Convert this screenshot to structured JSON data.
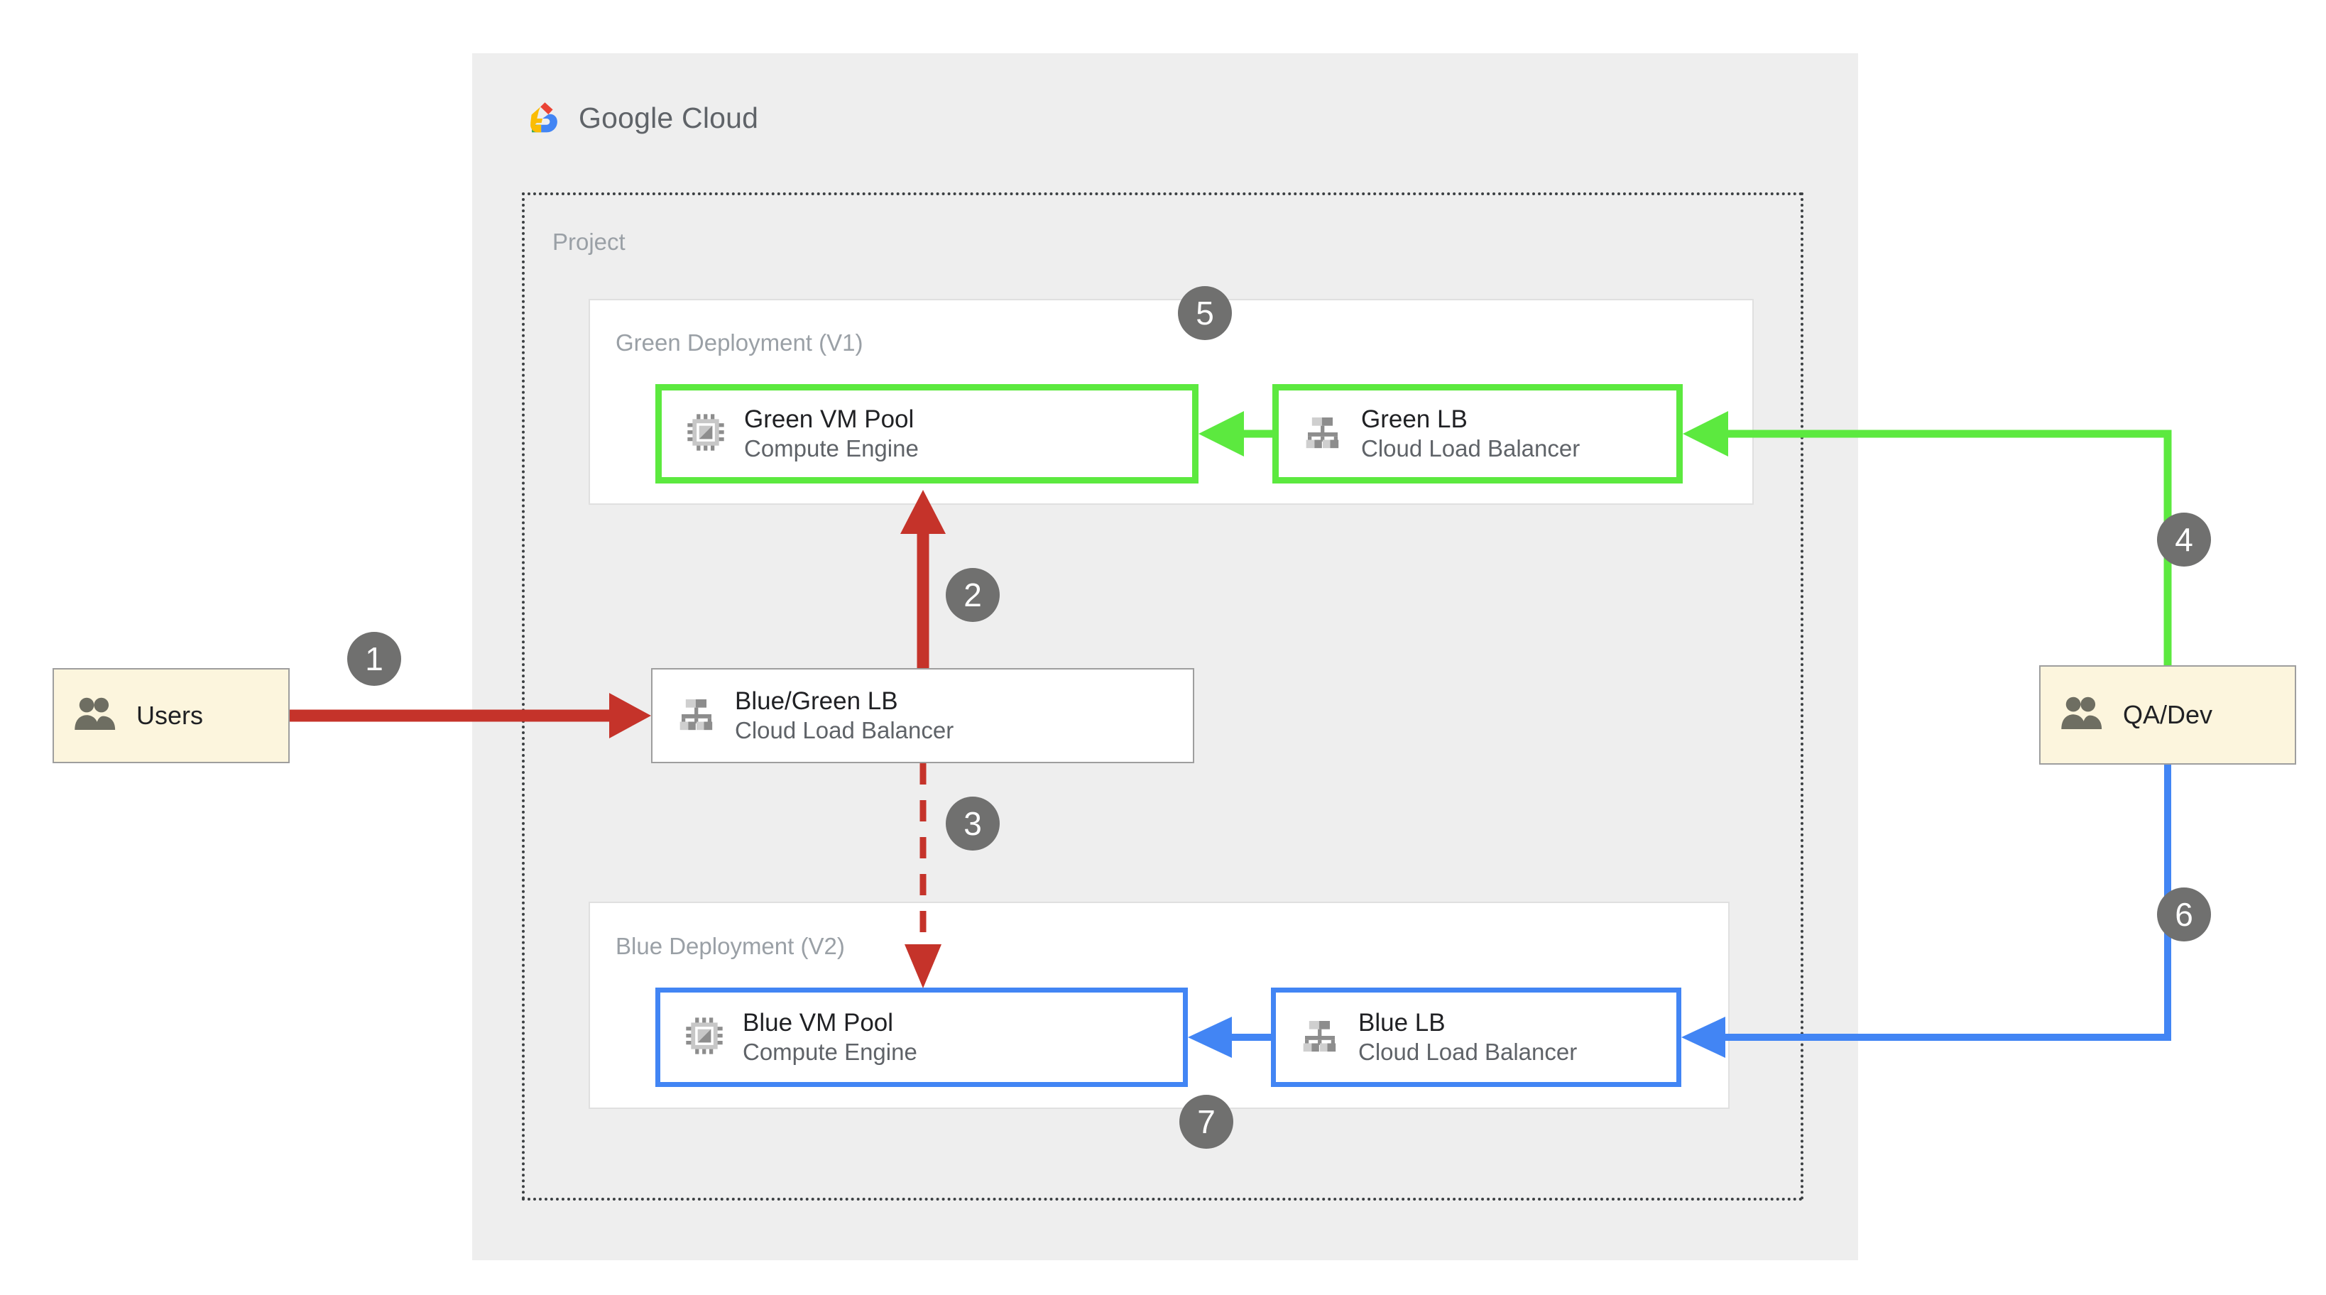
{
  "brand": {
    "name_part1": "Google",
    "name_part2": "Cloud",
    "logo_icon": "google-cloud-logo-icon",
    "colors": {
      "green": "#5ce93f",
      "blue": "#4285f4",
      "red": "#c5332a",
      "badge_gray": "#70706f",
      "panel_gray": "#eeeeee",
      "actor_cream": "#fcf5dd",
      "label_gray": "#9aa0a6"
    }
  },
  "project": {
    "label": "Project"
  },
  "deployments": {
    "green": {
      "label": "Green Deployment (V1)"
    },
    "blue": {
      "label": "Blue Deployment (V2)"
    }
  },
  "nodes": {
    "green_vm_pool": {
      "title": "Green VM Pool",
      "subtitle": "Compute Engine",
      "icon": "compute-engine-icon"
    },
    "green_lb": {
      "title": "Green LB",
      "subtitle": "Cloud Load Balancer",
      "icon": "cloud-load-balancer-icon"
    },
    "bluegreen_lb": {
      "title": "Blue/Green LB",
      "subtitle": "Cloud Load Balancer",
      "icon": "cloud-load-balancer-icon"
    },
    "blue_vm_pool": {
      "title": "Blue VM Pool",
      "subtitle": "Compute Engine",
      "icon": "compute-engine-icon"
    },
    "blue_lb": {
      "title": "Blue LB",
      "subtitle": "Cloud Load Balancer",
      "icon": "cloud-load-balancer-icon"
    },
    "users": {
      "title": "Users",
      "icon": "people-icon"
    },
    "qa_dev": {
      "title": "QA/Dev",
      "icon": "people-icon"
    }
  },
  "badges": {
    "b1": "1",
    "b2": "2",
    "b3": "3",
    "b4": "4",
    "b5": "5",
    "b6": "6",
    "b7": "7"
  }
}
